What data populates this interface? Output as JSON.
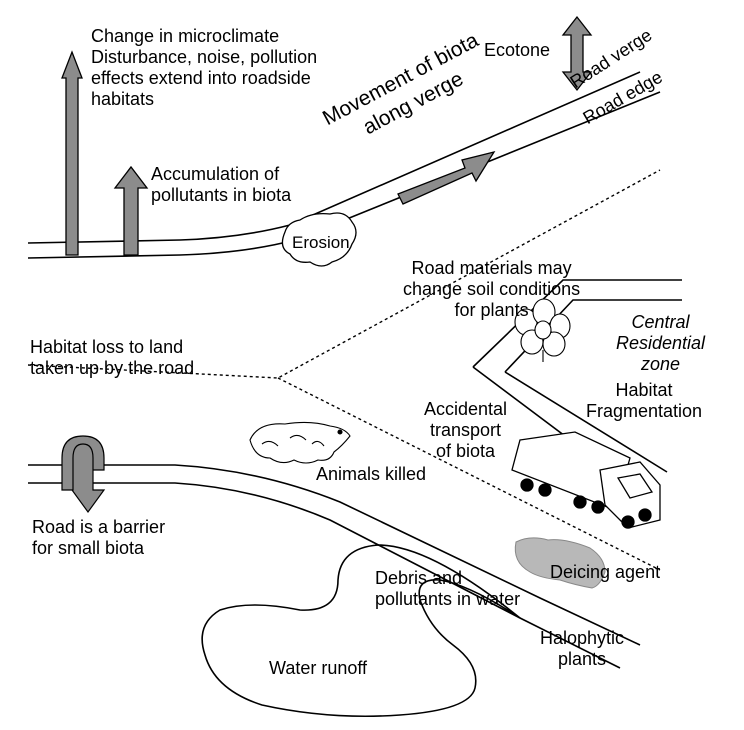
{
  "labels": {
    "microclimate": [
      "Change in microclimate",
      "Disturbance, noise, pollution",
      "effects extend into roadside",
      "habitats"
    ],
    "ecotone": "Ecotone",
    "road_verge": "Road verge",
    "road_edge": "Road edge",
    "movement": [
      "Movement of biota",
      "along verge"
    ],
    "accumulation": [
      "Accumulation of",
      "pollutants in biota"
    ],
    "erosion": "Erosion",
    "road_materials": [
      "Road materials may",
      "change soil conditions",
      "for plants"
    ],
    "habitat_loss": [
      "Habitat loss to land",
      "taken up by the road"
    ],
    "central_zone": [
      "Central",
      "Residential",
      "zone"
    ],
    "fragmentation": [
      "Habitat",
      "Fragmentation"
    ],
    "accidental": [
      "Accidental",
      "transport",
      "of biota"
    ],
    "animals_killed": "Animals killed",
    "barrier": [
      "Road is a barrier",
      "for small biota"
    ],
    "deicing": "Deicing agent",
    "debris": [
      "Debris and",
      "pollutants in water"
    ],
    "halophytic": [
      "Halophytic",
      "plants"
    ],
    "water_runoff": "Water runoff"
  },
  "icons": {
    "up_arrow": "up-arrow-icon",
    "double_arrow": "double-arrow-icon",
    "u_turn": "u-turn-arrow-icon",
    "tree": "tree-icon",
    "truck": "truck-icon",
    "animal": "animal-icon",
    "erosion_patch": "erosion-icon",
    "deicing_patch": "deicing-icon"
  },
  "colors": {
    "arrow_fill": "#8c8c8c",
    "line": "#000000",
    "deicing_fill": "#b8b8b8"
  }
}
